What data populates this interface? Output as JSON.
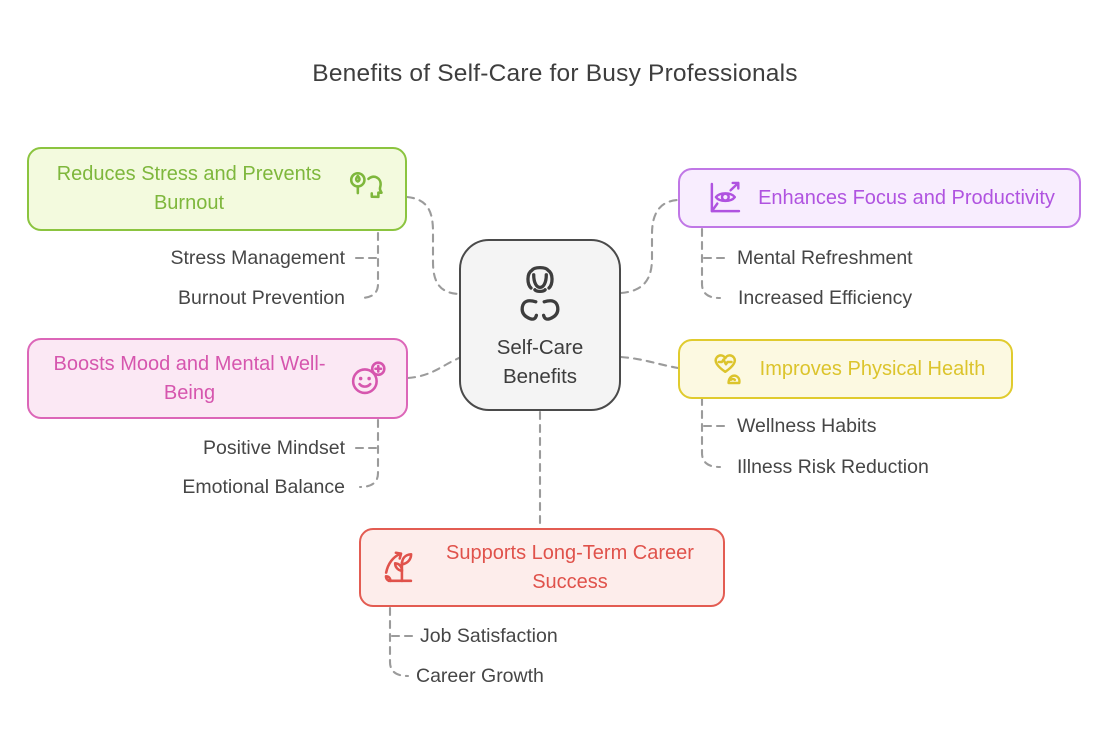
{
  "title": "Benefits of Self-Care for Busy Professionals",
  "colors": {
    "title_text": "#3e3e3e",
    "connector": "#9b9b9b",
    "sub_label": "#464646",
    "background": "#ffffff"
  },
  "center": {
    "label": "Self-Care Benefits",
    "line1": "Self-Care",
    "line2": "Benefits",
    "icon": "person-in-caring-hands-icon",
    "text_color": "#3d3d3d",
    "border": "#4a4a4a",
    "fill": "#f4f4f4"
  },
  "branches": [
    {
      "label": "Reduces Stress and Prevents Burnout",
      "icon": "leaf-mind-icon",
      "text": "#7eb73c",
      "border": "#8bc43f",
      "fill": "#f3fade",
      "children": [
        "Stress Management",
        "Burnout Prevention"
      ]
    },
    {
      "label": "Boosts Mood and Mental Well-Being",
      "icon": "smiley-plus-icon",
      "text": "#d656ae",
      "border": "#dc66b8",
      "fill": "#fbe8f4",
      "children": [
        "Positive Mindset",
        "Emotional Balance"
      ]
    },
    {
      "label": "Enhances Focus and Productivity",
      "icon": "eye-growth-chart-icon",
      "text": "#b053e0",
      "border": "#c077e6",
      "fill": "#f8edfe",
      "children": [
        "Mental Refreshment",
        "Increased Efficiency"
      ]
    },
    {
      "label": "Improves Physical Health",
      "icon": "heart-pulse-muscle-icon",
      "text": "#dcc42c",
      "border": "#e0cb2e",
      "fill": "#fcf9e1",
      "children": [
        "Wellness Habits",
        "Illness Risk Reduction"
      ]
    },
    {
      "label": "Supports Long-Term Career Success",
      "icon": "sprout-growth-arrow-icon",
      "text": "#e0524b",
      "border": "#e35c52",
      "fill": "#fdedeb",
      "children": [
        "Job Satisfaction",
        "Career Growth"
      ]
    }
  ]
}
